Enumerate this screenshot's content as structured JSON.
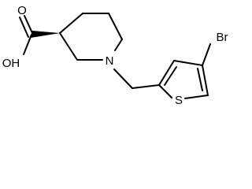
{
  "molecule": {
    "atoms": {
      "hydroxyl": "OH",
      "carbonyl_oxygen": "O",
      "nitrogen": "N",
      "sulfur": "S",
      "bromine": "Br"
    },
    "stereo_bond": "wedge",
    "bond_color": "#000000"
  }
}
